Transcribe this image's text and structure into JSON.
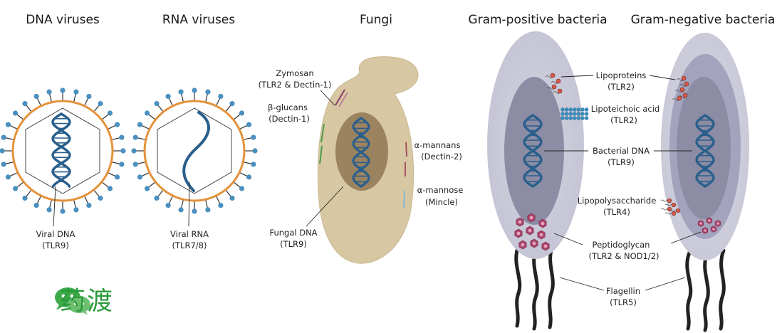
{
  "headers": {
    "dna_viruses": "DNA viruses",
    "rna_viruses": "RNA viruses",
    "fungi": "Fungi",
    "gram_positive": "Gram-positive bacteria",
    "gram_negative": "Gram-negative bacteria"
  },
  "virus_labels": {
    "viral_dna": "Viral DNA",
    "viral_dna_receptor": "(TLR9)",
    "viral_rna": "Viral RNA",
    "viral_rna_receptor": "(TLR7/8)"
  },
  "fungi_labels": {
    "zymosan": "Zymosan",
    "zymosan_receptor": "(TLR2 & Dectin-1)",
    "b_glucans": "β-glucans",
    "b_glucans_receptor": "(Dectin-1)",
    "a_mannans": "α-mannans",
    "a_mannans_receptor": "(Dectin-2)",
    "a_mannose": "α-mannose",
    "a_mannose_receptor": "(Mincle)",
    "fungal_dna": "Fungal DNA",
    "fungal_dna_receptor": "(TLR9)"
  },
  "bacteria_labels": {
    "lipoproteins": "Lipoproteins",
    "lipoproteins_receptor": "(TLR2)",
    "lipoteichoic": "Lipoteichoic acid",
    "lipoteichoic_receptor": "(TLR2)",
    "bacterial_dna": "Bacterial DNA",
    "bacterial_dna_receptor": "(TLR9)",
    "lps": "Lipopolysaccharide",
    "lps_receptor": "(TLR4)",
    "peptidoglycan": "Peptidoglycan",
    "peptidoglycan_receptor": "(TLR2 & NOD1/2)",
    "flagellin": "Flagellin",
    "flagellin_receptor": "(TLR5)"
  },
  "watermark": {
    "brand_text": "药渡",
    "icon": "wechat-icon"
  },
  "colors": {
    "dna_blue": "#2a5f8c",
    "virus_capsid": "#e4923a",
    "spike_blue": "#4a8fbf",
    "fungus_body": "#d7c7a3",
    "fungus_nucleus": "#9c8360",
    "bacteria_outer": "#c9c9d8",
    "bacteria_inner": "#8c8ca5",
    "peptidoglycan": "#a8436a",
    "lipoprotein": "#d65a4a",
    "lta_blue": "#3a8fbf",
    "flagella": "#222222",
    "watermark_green": "#2b9a3c"
  }
}
